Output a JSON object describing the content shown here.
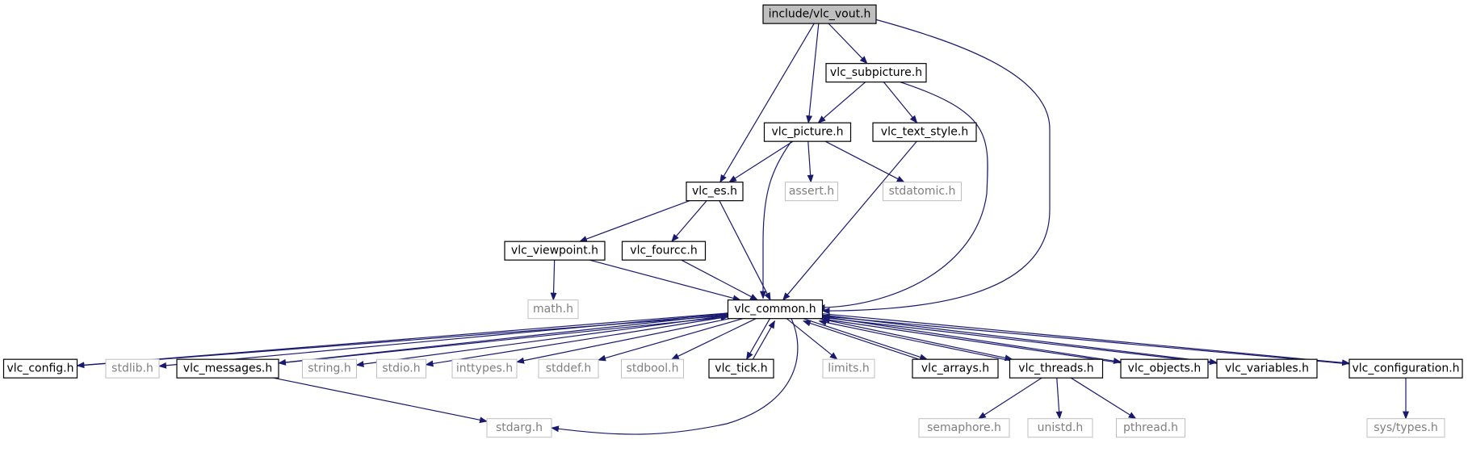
{
  "diagram": {
    "type": "include-dependency-graph",
    "colors": {
      "edge": "#191970",
      "root_fill": "#bfbfbf",
      "external_border": "#bfbfbf",
      "external_text": "#7f7f7f"
    },
    "nodes": [
      {
        "id": "vout",
        "label": "include/vlc_vout.h",
        "kind": "root"
      },
      {
        "id": "subpicture",
        "label": "vlc_subpicture.h",
        "kind": "internal"
      },
      {
        "id": "picture",
        "label": "vlc_picture.h",
        "kind": "internal"
      },
      {
        "id": "text_style",
        "label": "vlc_text_style.h",
        "kind": "internal"
      },
      {
        "id": "es",
        "label": "vlc_es.h",
        "kind": "internal"
      },
      {
        "id": "assert",
        "label": "assert.h",
        "kind": "external"
      },
      {
        "id": "stdatomic",
        "label": "stdatomic.h",
        "kind": "external"
      },
      {
        "id": "viewpoint",
        "label": "vlc_viewpoint.h",
        "kind": "internal"
      },
      {
        "id": "fourcc",
        "label": "vlc_fourcc.h",
        "kind": "internal"
      },
      {
        "id": "math",
        "label": "math.h",
        "kind": "external"
      },
      {
        "id": "common",
        "label": "vlc_common.h",
        "kind": "internal"
      },
      {
        "id": "config",
        "label": "vlc_config.h",
        "kind": "internal"
      },
      {
        "id": "stdlib",
        "label": "stdlib.h",
        "kind": "external"
      },
      {
        "id": "messages",
        "label": "vlc_messages.h",
        "kind": "internal"
      },
      {
        "id": "string",
        "label": "string.h",
        "kind": "external"
      },
      {
        "id": "stdio",
        "label": "stdio.h",
        "kind": "external"
      },
      {
        "id": "inttypes",
        "label": "inttypes.h",
        "kind": "external"
      },
      {
        "id": "stddef",
        "label": "stddef.h",
        "kind": "external"
      },
      {
        "id": "stdbool",
        "label": "stdbool.h",
        "kind": "external"
      },
      {
        "id": "tick",
        "label": "vlc_tick.h",
        "kind": "internal"
      },
      {
        "id": "limits",
        "label": "limits.h",
        "kind": "external"
      },
      {
        "id": "arrays",
        "label": "vlc_arrays.h",
        "kind": "internal"
      },
      {
        "id": "threads",
        "label": "vlc_threads.h",
        "kind": "internal"
      },
      {
        "id": "objects",
        "label": "vlc_objects.h",
        "kind": "internal"
      },
      {
        "id": "variables",
        "label": "vlc_variables.h",
        "kind": "internal"
      },
      {
        "id": "configuration",
        "label": "vlc_configuration.h",
        "kind": "internal"
      },
      {
        "id": "stdarg",
        "label": "stdarg.h",
        "kind": "external"
      },
      {
        "id": "semaphore",
        "label": "semaphore.h",
        "kind": "external"
      },
      {
        "id": "unistd",
        "label": "unistd.h",
        "kind": "external"
      },
      {
        "id": "pthread",
        "label": "pthread.h",
        "kind": "external"
      },
      {
        "id": "systypes",
        "label": "sys/types.h",
        "kind": "external"
      }
    ],
    "edges": [
      [
        "vout",
        "subpicture"
      ],
      [
        "vout",
        "picture"
      ],
      [
        "vout",
        "es"
      ],
      [
        "vout",
        "common"
      ],
      [
        "subpicture",
        "picture"
      ],
      [
        "subpicture",
        "text_style"
      ],
      [
        "subpicture",
        "common"
      ],
      [
        "picture",
        "es"
      ],
      [
        "picture",
        "assert"
      ],
      [
        "picture",
        "stdatomic"
      ],
      [
        "picture",
        "common"
      ],
      [
        "text_style",
        "common"
      ],
      [
        "es",
        "viewpoint"
      ],
      [
        "es",
        "fourcc"
      ],
      [
        "es",
        "common"
      ],
      [
        "viewpoint",
        "math"
      ],
      [
        "viewpoint",
        "common"
      ],
      [
        "fourcc",
        "common"
      ],
      [
        "common",
        "config"
      ],
      [
        "common",
        "stdlib"
      ],
      [
        "common",
        "messages"
      ],
      [
        "common",
        "string"
      ],
      [
        "common",
        "stdio"
      ],
      [
        "common",
        "inttypes"
      ],
      [
        "common",
        "stddef"
      ],
      [
        "common",
        "stdbool"
      ],
      [
        "common",
        "tick"
      ],
      [
        "common",
        "limits"
      ],
      [
        "common",
        "arrays"
      ],
      [
        "common",
        "threads"
      ],
      [
        "common",
        "objects"
      ],
      [
        "common",
        "variables"
      ],
      [
        "common",
        "configuration"
      ],
      [
        "common",
        "stdarg"
      ],
      [
        "config",
        "common"
      ],
      [
        "messages",
        "common"
      ],
      [
        "tick",
        "common"
      ],
      [
        "arrays",
        "common"
      ],
      [
        "threads",
        "common"
      ],
      [
        "objects",
        "common"
      ],
      [
        "variables",
        "common"
      ],
      [
        "configuration",
        "common"
      ],
      [
        "messages",
        "stdarg"
      ],
      [
        "threads",
        "semaphore"
      ],
      [
        "threads",
        "unistd"
      ],
      [
        "threads",
        "pthread"
      ],
      [
        "configuration",
        "systypes"
      ]
    ]
  }
}
